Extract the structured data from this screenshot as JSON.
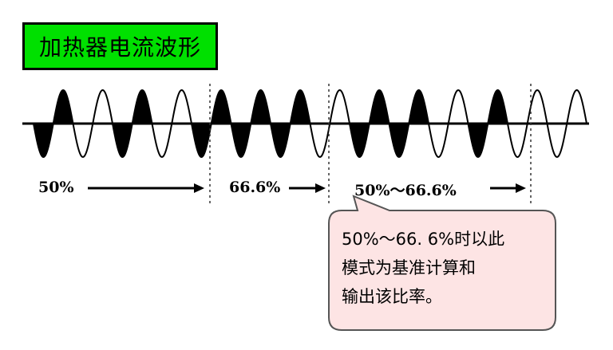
{
  "title": "加热器电流波形",
  "labels": {
    "seg1": "50%",
    "seg2": "66.6%",
    "seg3": "50%～66.6%"
  },
  "callout": "50%～66. 6%时以此\n模式为基准计算和\n输出该比率。",
  "waveform": {
    "cycles": 14,
    "filled_cycles": [
      1,
      3,
      5,
      6,
      7,
      9,
      10,
      12
    ],
    "fill_color": "#000000"
  },
  "colors": {
    "title_bg": "#00e000",
    "callout_bg": "#fde4e4",
    "callout_border": "#555555"
  }
}
